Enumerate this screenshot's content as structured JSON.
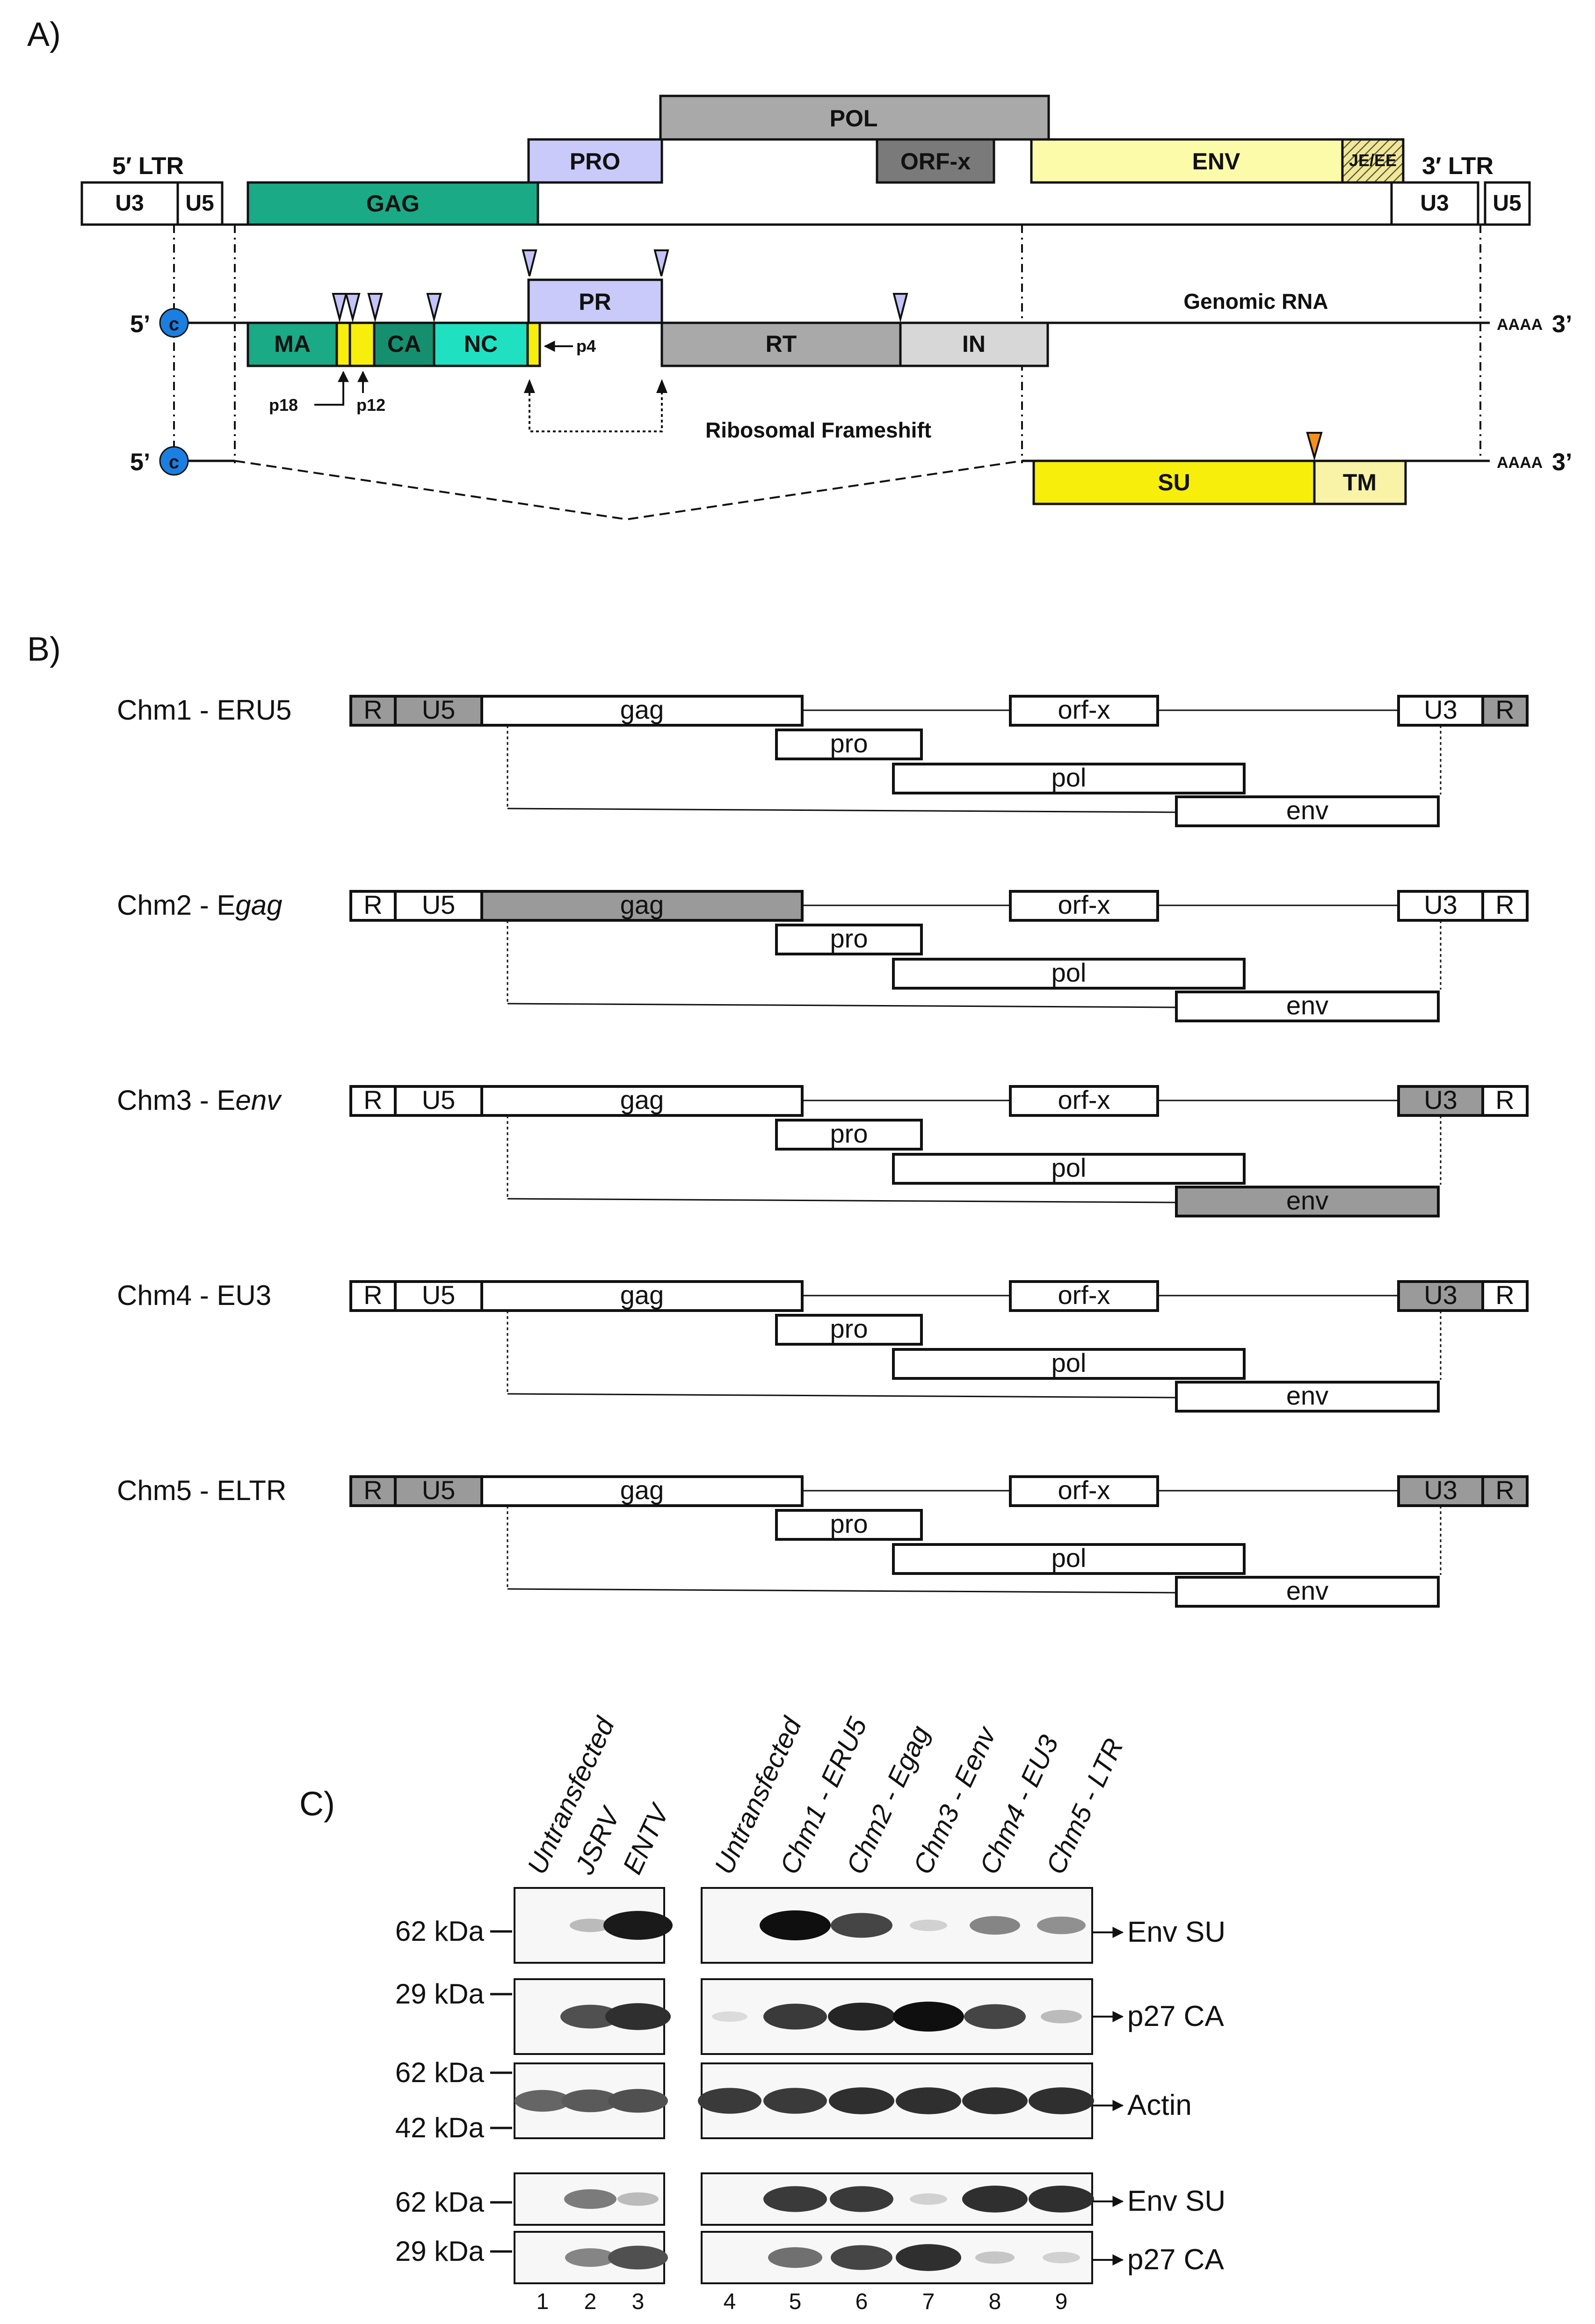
{
  "panelA": {
    "label": "A)",
    "ltr5": "5′ LTR",
    "ltr3": "3′ LTR",
    "u3": "U3",
    "u5": "U5",
    "gag": "GAG",
    "pro": "PRO",
    "pol": "POL",
    "orfx": "ORF-x",
    "env": "ENV",
    "je": "JE/EE",
    "five_prime": "5’",
    "cap": "c",
    "ma": "MA",
    "ca": "CA",
    "nc": "NC",
    "pr": "PR",
    "rt": "RT",
    "in": "IN",
    "genomic_rna": "Genomic RNA",
    "polya": "AAAA",
    "three_prime": "3’",
    "p4": "p4",
    "p18": "p18",
    "p12": "p12",
    "frameshift": "Ribosomal Frameshift",
    "su": "SU",
    "tm": "TM",
    "colors": {
      "gag": "#1aaa86",
      "ca": "#168f6f",
      "nc": "#20e0c2",
      "pro": "#c9cafa",
      "pol": "#a9a9a9",
      "orfx": "#7a7a7a",
      "env": "#fcfbaa",
      "su": "#f7ee0b",
      "tm": "#f8f3a6",
      "cap": "#1a7fe0",
      "site": "#c3c3f8",
      "su_site": "#f5901e"
    }
  },
  "panelB": {
    "label": "B)",
    "constructs": [
      {
        "name": "Chm1 - ERU5",
        "shaded": [
          "R5",
          "U55",
          "R3"
        ]
      },
      {
        "name_plain": "Chm2 - E",
        "name_italic": "gag",
        "shaded": [
          "gag"
        ]
      },
      {
        "name_plain": "Chm3 - E",
        "name_italic": "env",
        "shaded": [
          "U33",
          "env"
        ]
      },
      {
        "name": "Chm4 - EU3",
        "shaded": [
          "U33"
        ]
      },
      {
        "name": "Chm5 - ELTR",
        "shaded": [
          "R5",
          "U55",
          "U33",
          "R3"
        ]
      }
    ],
    "genes": {
      "R": "R",
      "U5": "U5",
      "gag": "gag",
      "orfx": "orf-x",
      "U3": "U3",
      "pro": "pro",
      "pol": "pol",
      "env": "env"
    },
    "shade_color": "#9a9a9a"
  },
  "panelC": {
    "label": "C)",
    "lanes_left": [
      "Untransfected",
      "JSRV",
      "ENTV"
    ],
    "lanes_right": [
      "Untransfected",
      "Chm1 - ERU5",
      "Chm2 - Egag",
      "Chm3 - Eenv",
      "Chm4 - EU3",
      "Chm5 - LTR"
    ],
    "markers": [
      "62 kDa",
      "29 kDa",
      "62 kDa",
      "42 kDa",
      "62 kDa",
      "29 kDa"
    ],
    "bands": [
      "Env SU",
      "p27 CA",
      "Actin",
      "Env SU",
      "p27 CA"
    ],
    "lane_numbers": [
      "1",
      "2",
      "3",
      "4",
      "5",
      "6",
      "7",
      "8",
      "9"
    ],
    "band_intensity": [
      [
        0.0,
        0.2,
        0.95,
        0.0,
        1.0,
        0.75,
        0.1,
        0.45,
        0.4
      ],
      [
        0.0,
        0.7,
        0.85,
        0.05,
        0.8,
        0.9,
        1.0,
        0.75,
        0.2
      ],
      [
        0.6,
        0.65,
        0.7,
        0.8,
        0.8,
        0.85,
        0.85,
        0.85,
        0.85
      ],
      [
        0.0,
        0.5,
        0.2,
        0.0,
        0.8,
        0.8,
        0.1,
        0.85,
        0.85
      ],
      [
        0.0,
        0.45,
        0.7,
        0.0,
        0.55,
        0.75,
        0.85,
        0.15,
        0.1
      ]
    ]
  }
}
